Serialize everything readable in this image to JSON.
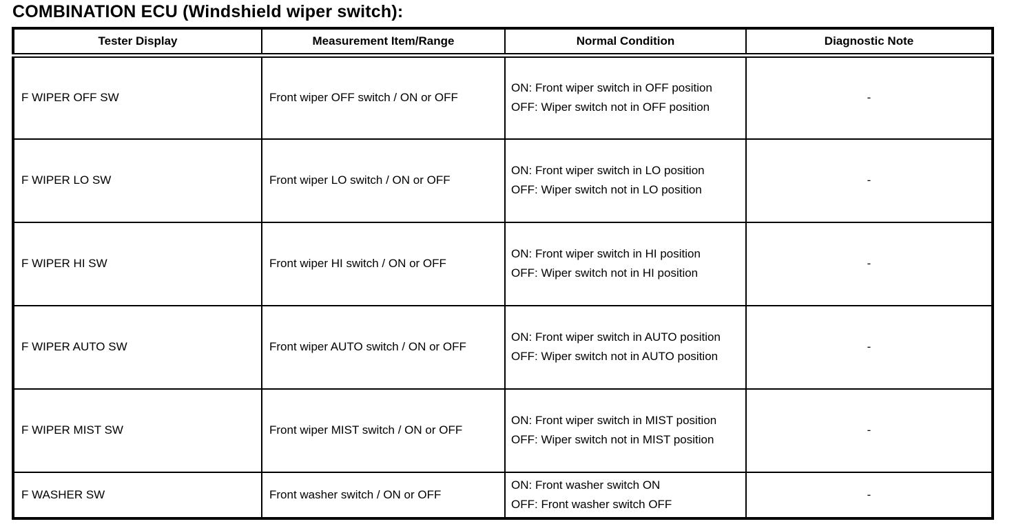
{
  "page_title": "COMBINATION ECU (Windshield wiper switch):",
  "colors": {
    "text": "#000000",
    "background": "#ffffff",
    "table_border": "#000000"
  },
  "table": {
    "columns": [
      "Tester Display",
      "Measurement Item/Range",
      "Normal Condition",
      "Diagnostic Note"
    ],
    "rows": [
      {
        "tester_display": "F WIPER OFF SW",
        "measurement": "Front wiper OFF switch / ON or OFF",
        "normal_condition": "ON: Front wiper switch in OFF position\nOFF: Wiper switch not in OFF position",
        "diagnostic_note": "-"
      },
      {
        "tester_display": "F WIPER LO SW",
        "measurement": "Front wiper LO switch / ON or OFF",
        "normal_condition": "ON: Front wiper switch in LO position\nOFF: Wiper switch not in LO position",
        "diagnostic_note": "-"
      },
      {
        "tester_display": "F WIPER HI SW",
        "measurement": "Front wiper HI switch / ON or OFF",
        "normal_condition": "ON: Front wiper switch in HI position\nOFF: Wiper switch not in HI position",
        "diagnostic_note": "-"
      },
      {
        "tester_display": "F WIPER AUTO SW",
        "measurement": "Front wiper AUTO switch / ON or OFF",
        "normal_condition": "ON: Front wiper switch in AUTO position\nOFF: Wiper switch not in AUTO position",
        "diagnostic_note": "-"
      },
      {
        "tester_display": "F WIPER MIST SW",
        "measurement": "Front wiper MIST switch / ON or OFF",
        "normal_condition": "ON: Front wiper switch in MIST position\nOFF: Wiper switch not in MIST position",
        "diagnostic_note": "-"
      },
      {
        "tester_display": "F WASHER SW",
        "measurement": "Front washer switch / ON or OFF",
        "normal_condition": "ON: Front washer switch ON\nOFF: Front washer switch OFF",
        "diagnostic_note": "-"
      }
    ]
  }
}
